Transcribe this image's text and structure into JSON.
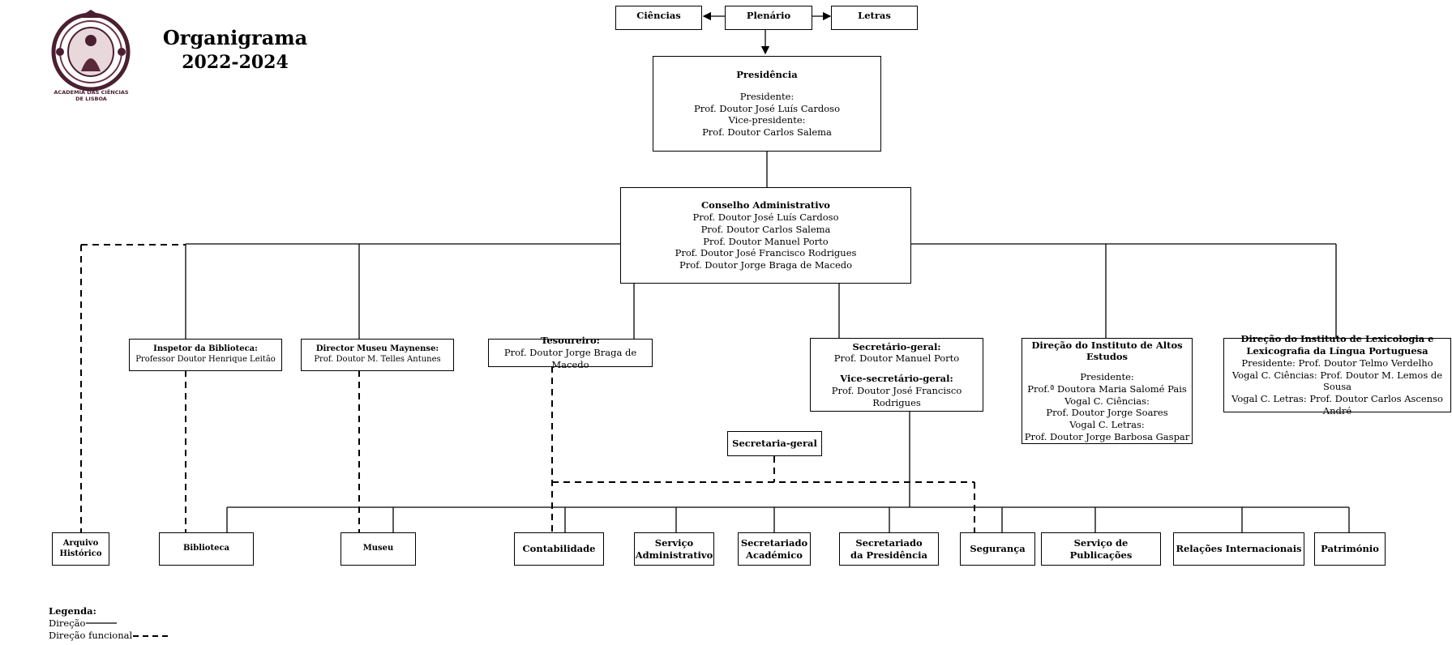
{
  "header": {
    "title": "Organigrama",
    "years": "2022-2024",
    "logo_text_1": "ACADEMIA DAS CIÊNCIAS",
    "logo_text_2": "DE LISBOA"
  },
  "top": {
    "ciencias": "Ciências",
    "plenario": "Plenário",
    "letras": "Letras"
  },
  "presidencia": {
    "title": "Presidência",
    "l1": "Presidente:",
    "l2": "Prof. Doutor José Luís Cardoso",
    "l3": "Vice-presidente:",
    "l4": "Prof. Doutor Carlos Salema"
  },
  "conselho": {
    "title": "Conselho Administrativo",
    "members": [
      "Prof. Doutor José Luís Cardoso",
      "Prof. Doutor Carlos Salema",
      "Prof. Doutor Manuel Porto",
      "Prof. Doutor José Francisco Rodrigues",
      "Prof. Doutor Jorge Braga de Macedo"
    ]
  },
  "inspetor": {
    "title": "Inspetor da Biblioteca:",
    "name": "Professor Doutor Henrique Leitão"
  },
  "museu_dir": {
    "title": "Director Museu Maynense:",
    "name": "Prof. Doutor M. Telles Antunes"
  },
  "tesoureiro": {
    "title": "Tesoureiro:",
    "name": "Prof. Doutor Jorge Braga de Macedo"
  },
  "secretario": {
    "title": "Secretário-geral:",
    "name": "Prof. Doutor Manuel Porto",
    "vice_title": "Vice-secretário-geral:",
    "vice_name": "Prof. Doutor José Francisco Rodrigues"
  },
  "iae": {
    "title": "Direção do Instituto de Altos Estudos",
    "l1": "Presidente:",
    "l2": "Prof.ª Doutora Maria Salomé Pais",
    "l3": "Vogal C. Ciências:",
    "l4": "Prof. Doutor Jorge Soares",
    "l5": "Vogal C. Letras:",
    "l6": "Prof. Doutor Jorge Barbosa Gaspar"
  },
  "ilex": {
    "title1": "Direção do Instituto de Lexicologia e",
    "title2": "Lexicografia da Língua Portuguesa",
    "l1": "Presidente: Prof. Doutor Telmo Verdelho",
    "l2": "Vogal C. Ciências: Prof. Doutor M. Lemos de Sousa",
    "l3": "Vogal C. Letras: Prof. Doutor Carlos Ascenso André"
  },
  "secretaria_geral": "Secretaria-geral",
  "bottom": {
    "arquivo1": "Arquivo",
    "arquivo2": "Histórico",
    "biblioteca": "Biblioteca",
    "museu": "Museu",
    "contabilidade": "Contabilidade",
    "servadm1": "Serviço",
    "servadm2": "Administrativo",
    "secac1": "Secretariado",
    "secac2": "Académico",
    "secpres1": "Secretariado",
    "secpres2": "da Presidência",
    "seguranca": "Segurança",
    "publicacoes": "Serviço de Publicações",
    "relacoes": "Relações Internacionais",
    "patrimonio": "Património"
  },
  "legend": {
    "title": "Legenda:",
    "direcao": "Direção",
    "funcional": "Direção funcional"
  }
}
